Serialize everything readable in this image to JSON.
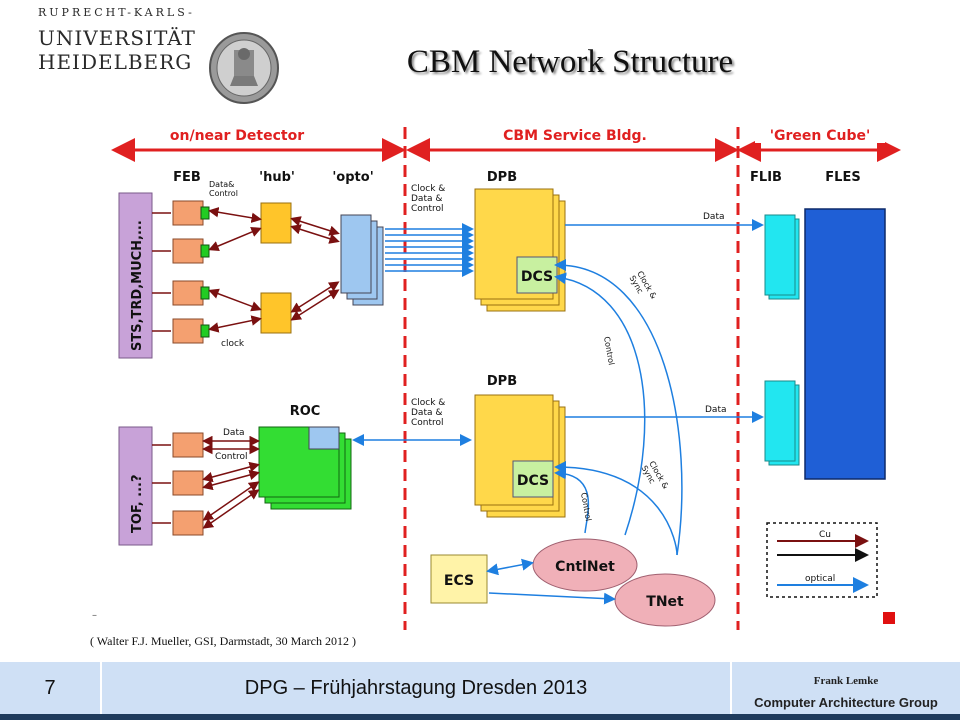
{
  "university": {
    "line1": "RUPRECHT-KARLS-",
    "line2": "UNIVERSITÄT",
    "line3": "HEIDELBERG"
  },
  "slide_title": "CBM Network Structure",
  "zones": {
    "detector": "on/near Detector",
    "service": "CBM Service Bldg.",
    "green_cube": "'Green Cube'"
  },
  "columns": {
    "feb": "FEB",
    "hub": "'hub'",
    "opto": "'opto'",
    "dpb_top": "DPB",
    "dpb_bottom": "DPB",
    "flib": "FLIB",
    "fles": "FLES",
    "roc": "ROC"
  },
  "detectors": {
    "top": "STS,TRD,MUCH,...",
    "bottom": "TOF, ...?"
  },
  "labels": {
    "data_control": "Data&\nControl",
    "clock": "clock",
    "clock_data_control_top": "Clock &\nData &\nControl",
    "clock_data_control_bottom": "Clock &\nData &\nControl",
    "data_top": "Data",
    "data_bottom": "Data",
    "roc_data": "Data",
    "roc_control": "Control",
    "clock_sync_top": "Clock &\nSync",
    "clock_sync_bottom": "Clock &\nSync",
    "control_top": "Control",
    "control_bottom": "Control",
    "dcs_top": "DCS",
    "dcs_bottom": "DCS"
  },
  "nodes": {
    "ecs": "ECS",
    "cntlnet": "CntlNet",
    "tnet": "TNet"
  },
  "legend": {
    "cu": "Cu",
    "optical": "optical"
  },
  "citation": "( Walter F.J. Mueller, GSI, Darmstadt, 30 March 2012 )",
  "citation_dash": "–",
  "footer": {
    "slide_number": "7",
    "conference": "DPG – Frühjahrstagung Dresden 2013",
    "author": "Frank Lemke",
    "group": "Computer Architecture Group"
  },
  "colors": {
    "red": "#e02020",
    "blue": "#1e7fe0",
    "darkred": "#7a1010",
    "yellow": "#ffd84a",
    "green": "#33dd33",
    "cyan": "#22e6f0",
    "fles_blue": "#1f5fd6",
    "footer_bg": "#cfe0f5"
  },
  "icons": {
    "seal": "university-seal-icon"
  }
}
